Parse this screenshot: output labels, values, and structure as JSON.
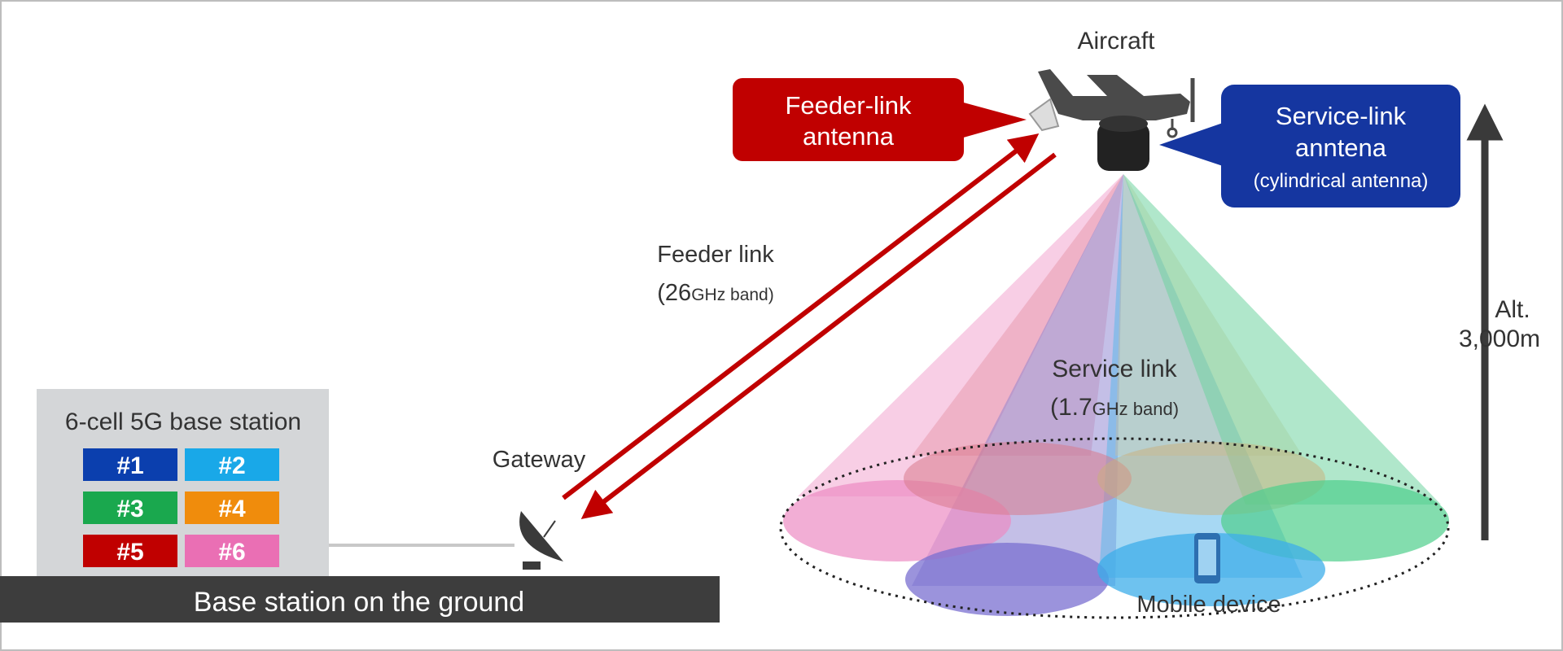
{
  "aircraft": {
    "label": "Aircraft"
  },
  "feeder_antenna_callout": {
    "line1": "Feeder-link",
    "line2": "antenna"
  },
  "service_antenna_callout": {
    "line1": "Service-link",
    "line2": "anntena",
    "line3": "(cylindrical antenna)"
  },
  "feeder_link": {
    "line1": "Feeder link",
    "band_num": "(26",
    "band_unit": "GHz band)"
  },
  "service_link": {
    "line1": "Service link",
    "band_num": "(1.7",
    "band_unit": "GHz band)"
  },
  "altitude": {
    "line1": "Alt.",
    "line2": "3,000m"
  },
  "base_station": {
    "title": "6-cell 5G base station",
    "cells": [
      {
        "label": "#1",
        "color": "#0b3fae"
      },
      {
        "label": "#2",
        "color": "#19a8e8"
      },
      {
        "label": "#3",
        "color": "#1aa84e"
      },
      {
        "label": "#4",
        "color": "#f08c0c"
      },
      {
        "label": "#5",
        "color": "#c00000"
      },
      {
        "label": "#6",
        "color": "#ea6fb4"
      }
    ]
  },
  "gateway": {
    "label": "Gateway"
  },
  "ground": {
    "label": "Base station on the ground"
  },
  "mobile": {
    "label": "Mobile device"
  },
  "colors": {
    "feeder_red": "#c00000",
    "service_blue": "#1536a0",
    "dark": "#3a3a3a"
  }
}
